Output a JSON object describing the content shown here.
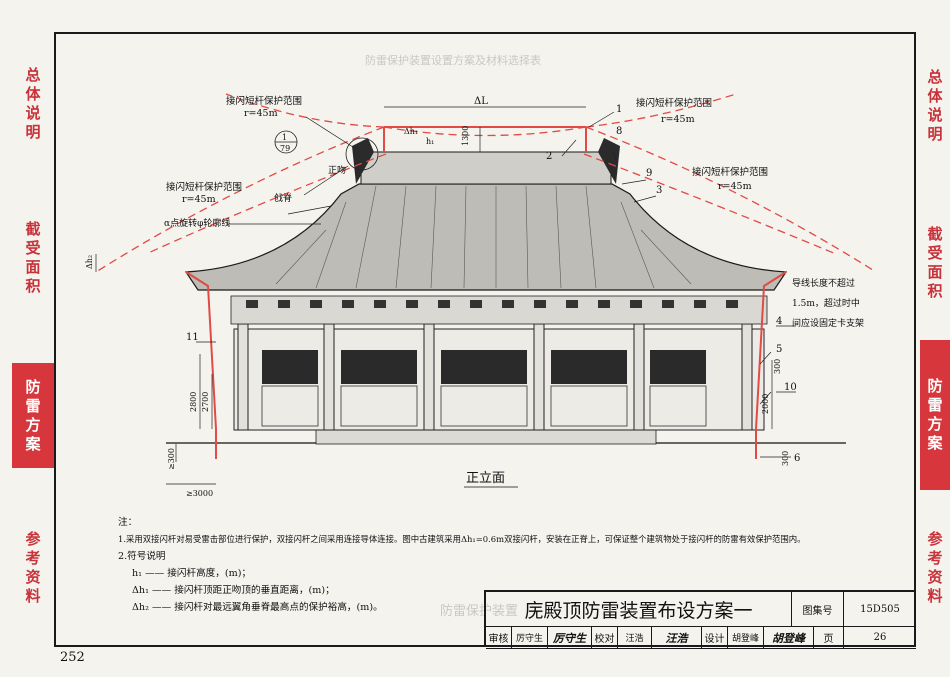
{
  "left_tabs": [
    {
      "label": "总体说明",
      "chars": [
        "总",
        "体",
        "说",
        "明"
      ],
      "active": false
    },
    {
      "label": "截受面积",
      "chars": [
        "截",
        "受",
        "面",
        "积"
      ],
      "active": false
    },
    {
      "label": "防雷方案",
      "chars": [
        "防",
        "雷",
        "方",
        "案"
      ],
      "active": true
    },
    {
      "label": "参考资料",
      "chars": [
        "参",
        "考",
        "资",
        "料"
      ],
      "active": false
    }
  ],
  "right_tabs": [
    {
      "label": "总体说明",
      "chars": [
        "总",
        "体",
        "说",
        "明"
      ],
      "active": false
    },
    {
      "label": "截受面积",
      "chars": [
        "截",
        "受",
        "面",
        "积"
      ],
      "active": false
    },
    {
      "label": "防雷方案",
      "chars": [
        "防",
        "雷",
        "方",
        "案"
      ],
      "active": true
    },
    {
      "label": "参考资料",
      "chars": [
        "参",
        "考",
        "资",
        "料"
      ],
      "active": false
    }
  ],
  "bleed_through_title": "防雷保护装置设置方案及材料选择表",
  "bleed_through_bottom": "防雷保护装置",
  "drawing": {
    "caption": "正立面",
    "protection_ranges": [
      {
        "label": "接闪短杆保护范围",
        "radius": "r=45m"
      },
      {
        "label": "接闪短杆保护范围",
        "radius": "r=45m"
      },
      {
        "label": "接闪短杆保护范围",
        "radius": "r=45m"
      },
      {
        "label": "接闪短杆保护范围",
        "radius": "r=45m"
      }
    ],
    "labels": {
      "zhengwen": "正吻",
      "qiji": "戗脊",
      "contour": "α点旋转φ轮廓线",
      "delta_l": "ΔL",
      "wire_note_1": "导线长度不超过",
      "wire_note_2": "1.5m，超过时中",
      "wire_note_3": "间应设固定卡支架",
      "detail_num": "1",
      "detail_den": "79"
    },
    "callouts": [
      "1",
      "8",
      "2",
      "9",
      "3",
      "4",
      "5",
      "10",
      "6",
      "11"
    ],
    "dimensions": [
      "1300",
      "2800",
      "2700",
      "300",
      "2000",
      "300",
      "≥300",
      "≥3000",
      "h₁",
      "Δh₁",
      "Δh₂"
    ]
  },
  "notes": {
    "title": "注：",
    "lines": [
      "1.采用双接闪杆对易受雷击部位进行保护，双接闪杆之间采用连接导体连接。图中古建筑采用Δh₁=0.6m双接闪杆，安装在正脊上，可保证整个建筑物处于接闪杆的防雷有效保护范围内。",
      "2.符号说明"
    ],
    "symbols": [
      "h₁ —— 接闪杆高度，(m)；",
      "Δh₁ —— 接闪杆顶距正吻顶的垂直距离，(m)；",
      "Δh₂ —— 接闪杆对最远翼角垂脊最高点的保护裕高，(m)。"
    ]
  },
  "title_block": {
    "title": "庑殿顶防雷装置布设方案一",
    "atlas_label": "图集号",
    "atlas_no": "15D505",
    "page_label": "页",
    "page_no": "26",
    "review_label": "审核",
    "reviewer": "厉守生",
    "reviewer_sign": "厉守生",
    "check_label": "校对",
    "checker": "汪浩",
    "checker_sign": "汪浩",
    "design_label": "设计",
    "designer": "胡登峰",
    "designer_sign": "胡登峰"
  },
  "page_number": "252",
  "colors": {
    "accent_red": "#d7363c",
    "protection_line": "#e24a45",
    "ink": "#1a1a1a"
  }
}
